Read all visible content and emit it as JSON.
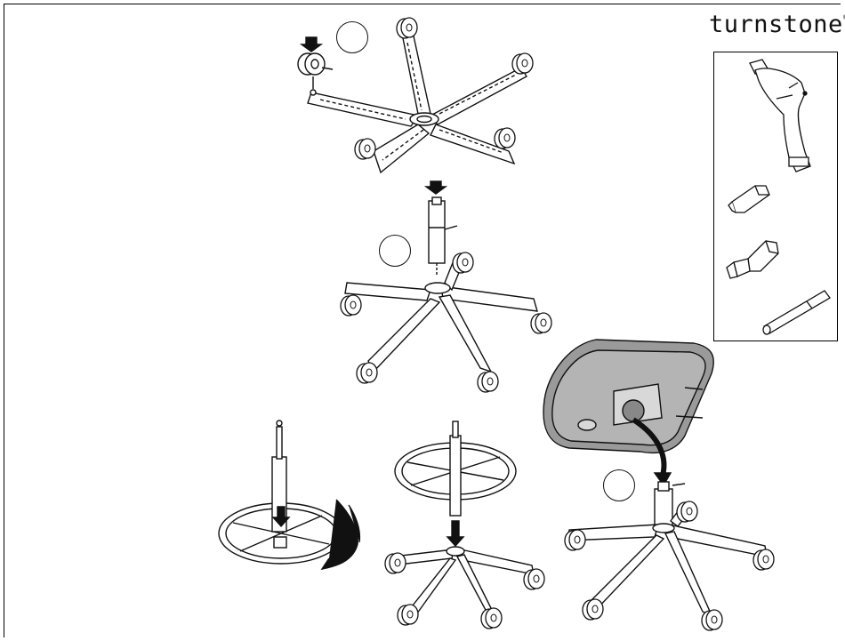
{
  "brand": {
    "name": "turnstone",
    "mark": "®"
  },
  "colors": {
    "line": "#111111",
    "seat_shade": "#9a9a9a",
    "background": "#ffffff"
  },
  "tools": [
    {
      "icon": "drill-icon"
    },
    {
      "icon": "hex-bit-icon"
    },
    {
      "icon": "socket-bit-icon"
    },
    {
      "icon": "bit-extension-icon"
    }
  ],
  "steps": [
    {
      "name": "attach-casters"
    },
    {
      "name": "insert-cylinder"
    },
    {
      "name": "attach-foot-ring"
    },
    {
      "name": "mount-seat"
    }
  ]
}
